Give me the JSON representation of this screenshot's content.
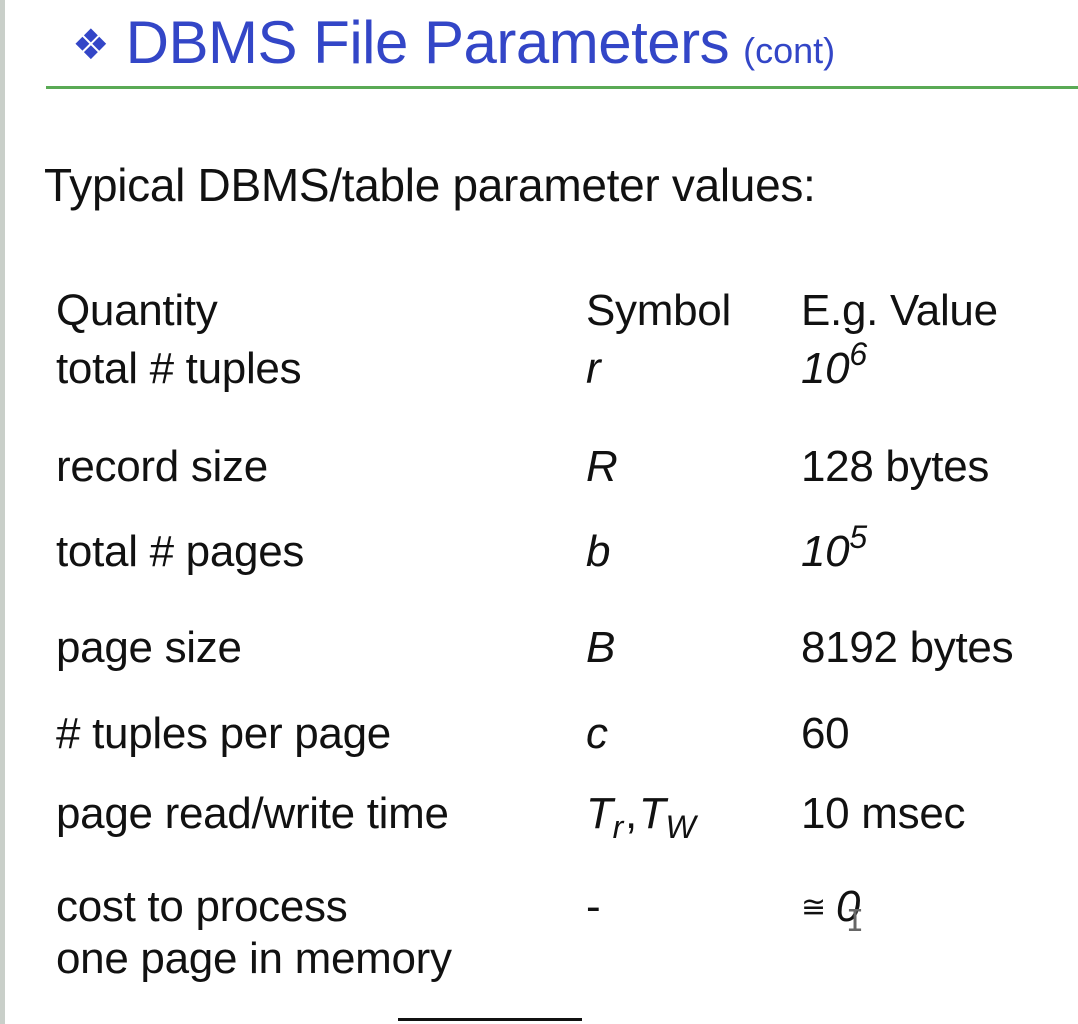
{
  "slide": {
    "bullet_glyph": "❖",
    "title": "DBMS File Parameters",
    "title_suffix": "(cont)",
    "intro": "Typical DBMS/table parameter values:",
    "accent_color": "#3346c7",
    "rule_color": "#5aaa55"
  },
  "table": {
    "headers": {
      "quantity": "Quantity",
      "symbol": "Symbol",
      "value": "E.g. Value"
    },
    "rows": [
      {
        "quantity": "total # tuples",
        "symbol": "r",
        "value_base": "10",
        "value_exp": "6"
      },
      {
        "quantity": "record size",
        "symbol": "R",
        "value": "128 bytes"
      },
      {
        "quantity": "total # pages",
        "symbol": "b",
        "value_base": "10",
        "value_exp": "5"
      },
      {
        "quantity": "page size",
        "symbol": "B",
        "value": "8192 bytes"
      },
      {
        "quantity": "# tuples per page",
        "symbol": "c",
        "value": "60"
      },
      {
        "quantity": "page read/write time",
        "symbol_a": "T",
        "symbol_a_sub": "r",
        "symbol_sep": ",",
        "symbol_b": "T",
        "symbol_b_sub": "W",
        "value": "10 msec"
      },
      {
        "quantity_line1": "cost to process",
        "quantity_line2": "one page in memory",
        "symbol": "-",
        "value_approx": "≅",
        "value_zero": "0"
      }
    ]
  }
}
